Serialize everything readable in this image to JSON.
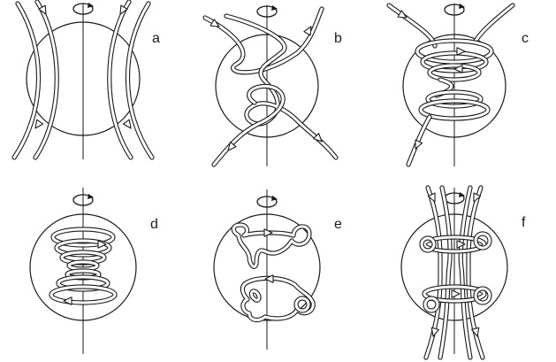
{
  "panels": [
    {
      "id": "a",
      "label": "a"
    },
    {
      "id": "b",
      "label": "b"
    },
    {
      "id": "c",
      "label": "c"
    },
    {
      "id": "d",
      "label": "d"
    },
    {
      "id": "e",
      "label": "e"
    },
    {
      "id": "f",
      "label": "f"
    }
  ]
}
